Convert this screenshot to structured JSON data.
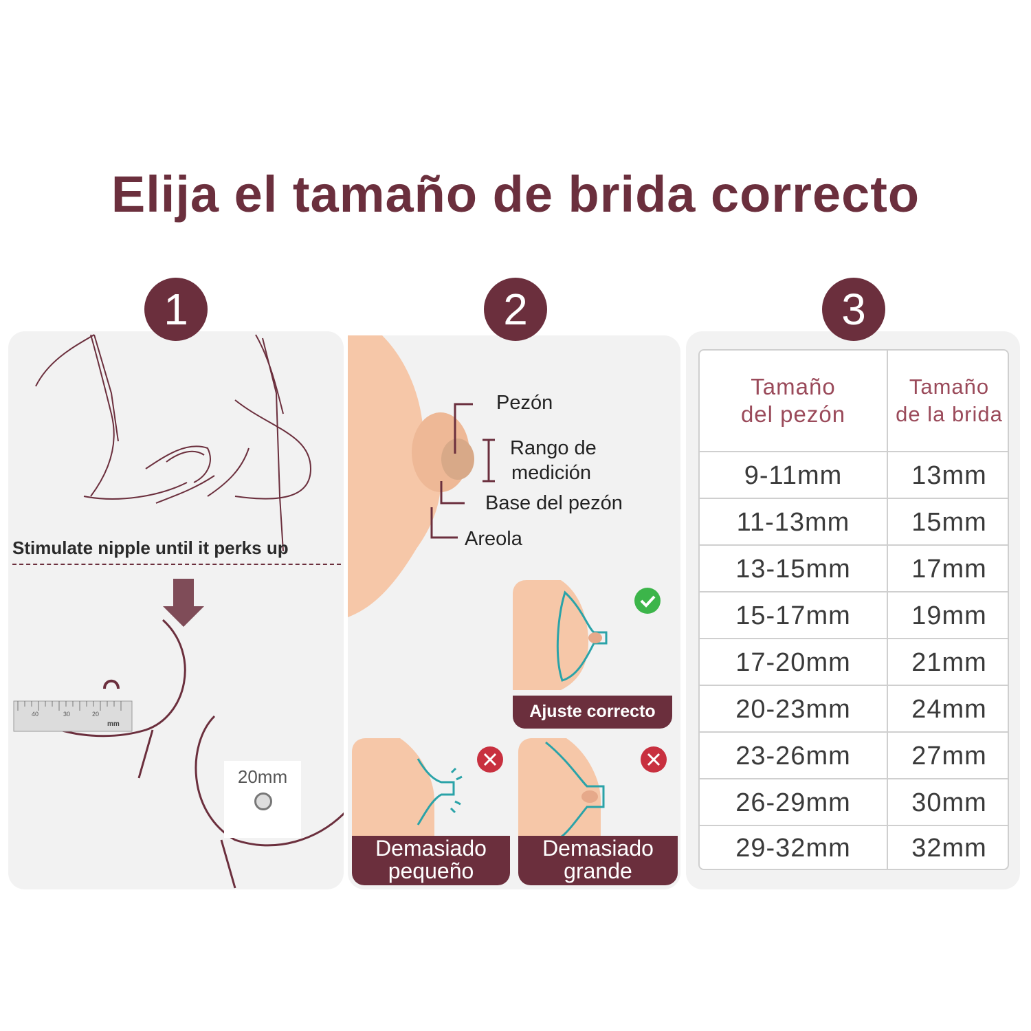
{
  "title": "Elija el tamaño de brida correcto",
  "steps": [
    "1",
    "2",
    "3"
  ],
  "step1": {
    "caption": "Stimulate nipple until it perks up",
    "ruler_unit": "mm",
    "ruler_ticks": [
      "40",
      "30",
      "20"
    ],
    "measure_label": "20mm"
  },
  "step2": {
    "labels": {
      "nipple": "Pezón",
      "range": "Rango de",
      "range2": "medición",
      "base": "Base del pezón",
      "areola": "Areola"
    },
    "fits": {
      "correct": "Ajuste correcto",
      "small_l1": "Demasiado",
      "small_l2": "pequeño",
      "large_l1": "Demasiado",
      "large_l2": "grande"
    },
    "colors": {
      "check": "#3cb54a",
      "cross": "#c8303f",
      "skin": "#f6c7a8",
      "shield": "#2aa3a8"
    }
  },
  "step3": {
    "header": {
      "col1_l1": "Tamaño",
      "col1_l2": "del pezón",
      "col2_l1": "Tamaño",
      "col2_l2": "de la brida"
    },
    "rows": [
      [
        "9-11mm",
        "13mm"
      ],
      [
        "11-13mm",
        "15mm"
      ],
      [
        "13-15mm",
        "17mm"
      ],
      [
        "15-17mm",
        "19mm"
      ],
      [
        "17-20mm",
        "21mm"
      ],
      [
        "20-23mm",
        "24mm"
      ],
      [
        "23-26mm",
        "27mm"
      ],
      [
        "26-29mm",
        "30mm"
      ],
      [
        "29-32mm",
        "32mm"
      ]
    ]
  },
  "colors": {
    "brand": "#6b2f3d",
    "panel_bg": "#f2f2f2"
  }
}
